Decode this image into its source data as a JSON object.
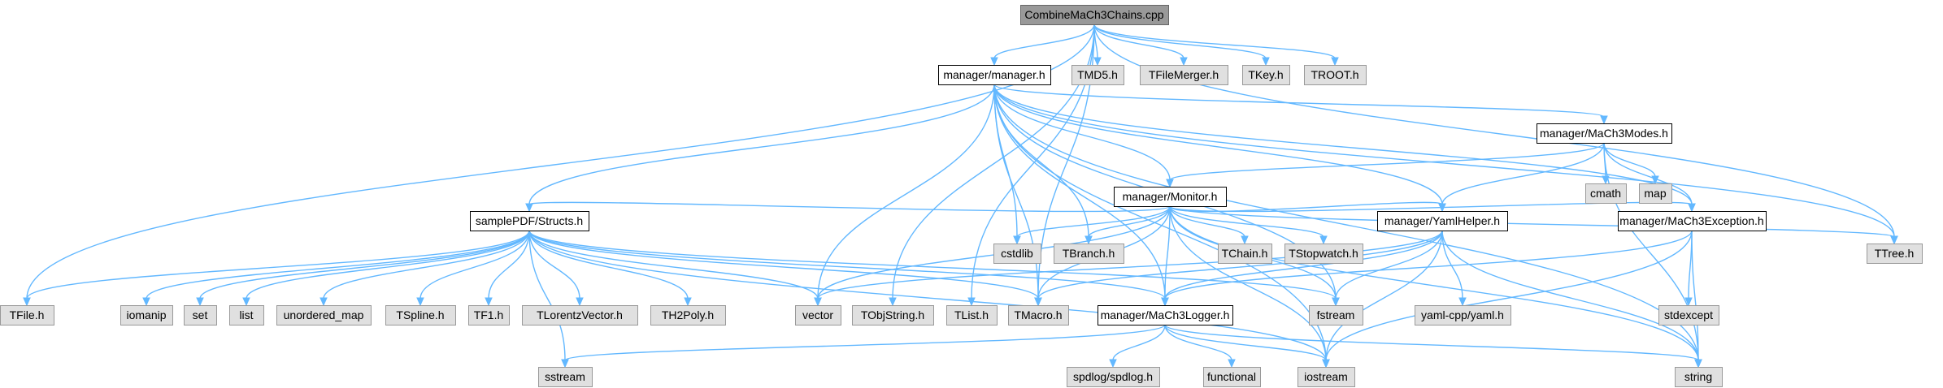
{
  "colors": {
    "edge": "#63b8ff",
    "root_fill": "#999999",
    "root_border": "#666666",
    "local_fill": "#ffffff",
    "local_border": "#000000",
    "system_fill": "#e0e0e0",
    "system_border": "#999999"
  },
  "nodes": [
    {
      "id": "combine",
      "label": "CombineMaCh3Chains.cpp",
      "kind": "root"
    },
    {
      "id": "manager",
      "label": "manager/manager.h",
      "kind": "local"
    },
    {
      "id": "tmd5",
      "label": "TMD5.h",
      "kind": "system"
    },
    {
      "id": "tfilemerger",
      "label": "TFileMerger.h",
      "kind": "system"
    },
    {
      "id": "tkey",
      "label": "TKey.h",
      "kind": "system"
    },
    {
      "id": "troot",
      "label": "TROOT.h",
      "kind": "system"
    },
    {
      "id": "modes",
      "label": "manager/MaCh3Modes.h",
      "kind": "local"
    },
    {
      "id": "cmath",
      "label": "cmath",
      "kind": "system"
    },
    {
      "id": "map",
      "label": "map",
      "kind": "system"
    },
    {
      "id": "monitor",
      "label": "manager/Monitor.h",
      "kind": "local"
    },
    {
      "id": "structs",
      "label": "samplePDF/Structs.h",
      "kind": "local"
    },
    {
      "id": "cstdlib",
      "label": "cstdlib",
      "kind": "system"
    },
    {
      "id": "tbranch",
      "label": "TBranch.h",
      "kind": "system"
    },
    {
      "id": "tchain",
      "label": "TChain.h",
      "kind": "system"
    },
    {
      "id": "tstopwatch",
      "label": "TStopwatch.h",
      "kind": "system"
    },
    {
      "id": "yaml",
      "label": "manager/YamlHelper.h",
      "kind": "local"
    },
    {
      "id": "exception",
      "label": "manager/MaCh3Exception.h",
      "kind": "local"
    },
    {
      "id": "ttree",
      "label": "TTree.h",
      "kind": "system"
    },
    {
      "id": "tfile",
      "label": "TFile.h",
      "kind": "system"
    },
    {
      "id": "iomanip",
      "label": "iomanip",
      "kind": "system"
    },
    {
      "id": "set",
      "label": "set",
      "kind": "system"
    },
    {
      "id": "list",
      "label": "list",
      "kind": "system"
    },
    {
      "id": "umap",
      "label": "unordered_map",
      "kind": "system"
    },
    {
      "id": "tspline",
      "label": "TSpline.h",
      "kind": "system"
    },
    {
      "id": "tf1",
      "label": "TF1.h",
      "kind": "system"
    },
    {
      "id": "tlv",
      "label": "TLorentzVector.h",
      "kind": "system"
    },
    {
      "id": "th2poly",
      "label": "TH2Poly.h",
      "kind": "system"
    },
    {
      "id": "vector",
      "label": "vector",
      "kind": "system"
    },
    {
      "id": "tobjstring",
      "label": "TObjString.h",
      "kind": "system"
    },
    {
      "id": "tlist",
      "label": "TList.h",
      "kind": "system"
    },
    {
      "id": "tmacro",
      "label": "TMacro.h",
      "kind": "system"
    },
    {
      "id": "logger",
      "label": "manager/MaCh3Logger.h",
      "kind": "local"
    },
    {
      "id": "fstream",
      "label": "fstream",
      "kind": "system"
    },
    {
      "id": "yamlcpp",
      "label": "yaml-cpp/yaml.h",
      "kind": "system"
    },
    {
      "id": "stdexcept",
      "label": "stdexcept",
      "kind": "system"
    },
    {
      "id": "string",
      "label": "string",
      "kind": "system"
    },
    {
      "id": "sstream",
      "label": "sstream",
      "kind": "system"
    },
    {
      "id": "spdlog",
      "label": "spdlog/spdlog.h",
      "kind": "system"
    },
    {
      "id": "functional",
      "label": "functional",
      "kind": "system"
    },
    {
      "id": "iostream",
      "label": "iostream",
      "kind": "system"
    }
  ],
  "edges": [
    [
      "combine",
      "manager"
    ],
    [
      "combine",
      "tmd5"
    ],
    [
      "combine",
      "tfilemerger"
    ],
    [
      "combine",
      "tkey"
    ],
    [
      "combine",
      "troot"
    ],
    [
      "combine",
      "ttree"
    ],
    [
      "combine",
      "tfile"
    ],
    [
      "combine",
      "tobjstring"
    ],
    [
      "combine",
      "tlist"
    ],
    [
      "combine",
      "tmacro"
    ],
    [
      "manager",
      "structs"
    ],
    [
      "manager",
      "modes"
    ],
    [
      "manager",
      "monitor"
    ],
    [
      "manager",
      "cstdlib"
    ],
    [
      "manager",
      "tbranch"
    ],
    [
      "manager",
      "yaml"
    ],
    [
      "manager",
      "exception"
    ],
    [
      "manager",
      "ttree"
    ],
    [
      "manager",
      "vector"
    ],
    [
      "manager",
      "tmacro"
    ],
    [
      "manager",
      "logger"
    ],
    [
      "manager",
      "fstream"
    ],
    [
      "manager",
      "iostream"
    ],
    [
      "manager",
      "string"
    ],
    [
      "modes",
      "cmath"
    ],
    [
      "modes",
      "map"
    ],
    [
      "modes",
      "monitor"
    ],
    [
      "modes",
      "yaml"
    ],
    [
      "modes",
      "exception"
    ],
    [
      "modes",
      "string"
    ],
    [
      "monitor",
      "structs"
    ],
    [
      "monitor",
      "cstdlib"
    ],
    [
      "monitor",
      "tbranch"
    ],
    [
      "monitor",
      "tchain"
    ],
    [
      "monitor",
      "tstopwatch"
    ],
    [
      "monitor",
      "yaml"
    ],
    [
      "monitor",
      "exception"
    ],
    [
      "monitor",
      "ttree"
    ],
    [
      "monitor",
      "vector"
    ],
    [
      "monitor",
      "tmacro"
    ],
    [
      "monitor",
      "logger"
    ],
    [
      "monitor",
      "fstream"
    ],
    [
      "monitor",
      "iostream"
    ],
    [
      "monitor",
      "string"
    ],
    [
      "structs",
      "tfile"
    ],
    [
      "structs",
      "iomanip"
    ],
    [
      "structs",
      "set"
    ],
    [
      "structs",
      "list"
    ],
    [
      "structs",
      "umap"
    ],
    [
      "structs",
      "tspline"
    ],
    [
      "structs",
      "tf1"
    ],
    [
      "structs",
      "tlv"
    ],
    [
      "structs",
      "th2poly"
    ],
    [
      "structs",
      "vector"
    ],
    [
      "structs",
      "tmacro"
    ],
    [
      "structs",
      "logger"
    ],
    [
      "structs",
      "fstream"
    ],
    [
      "structs",
      "sstream"
    ],
    [
      "structs",
      "iostream"
    ],
    [
      "yaml",
      "vector"
    ],
    [
      "yaml",
      "tmacro"
    ],
    [
      "yaml",
      "fstream"
    ],
    [
      "yaml",
      "yamlcpp"
    ],
    [
      "yaml",
      "iostream"
    ],
    [
      "yaml",
      "string"
    ],
    [
      "yaml",
      "logger"
    ],
    [
      "exception",
      "logger"
    ],
    [
      "exception",
      "stdexcept"
    ],
    [
      "exception",
      "string"
    ],
    [
      "exception",
      "iostream"
    ],
    [
      "logger",
      "spdlog"
    ],
    [
      "logger",
      "functional"
    ],
    [
      "logger",
      "iostream"
    ],
    [
      "logger",
      "string"
    ],
    [
      "logger",
      "sstream"
    ]
  ]
}
